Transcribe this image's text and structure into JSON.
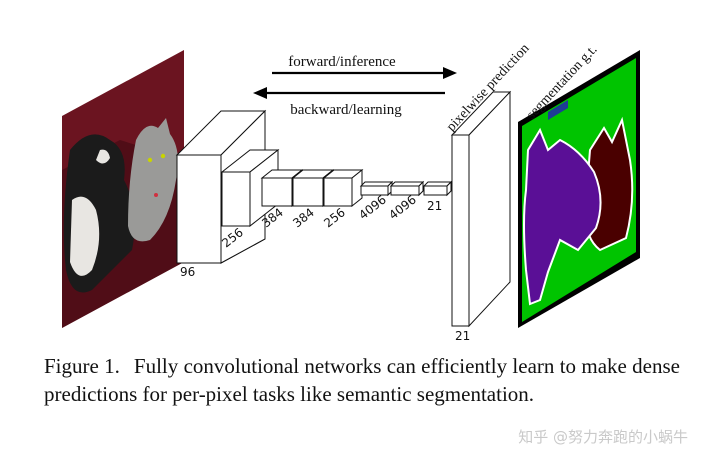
{
  "arrows": {
    "forward": "forward/inference",
    "backward": "backward/learning"
  },
  "heads": {
    "prediction": "pixelwise prediction",
    "ground_truth": "segmentation g.t."
  },
  "layers": {
    "conv1": "96",
    "conv2": "256",
    "conv3": "384",
    "conv4": "384",
    "conv5": "256",
    "fc6": "4096",
    "fc7": "4096",
    "fc8": "21",
    "output": "21"
  },
  "caption": {
    "label": "Figure 1.",
    "text": "Fully convolutional networks can efficiently learn to make dense predictions for per-pixel tasks like semantic segmentation."
  },
  "watermark": "知乎 @努力奔跑的小蜗牛",
  "colors": {
    "seg_background": "#00c400",
    "seg_dog": "#5a0f96",
    "seg_cat": "#4a0000",
    "seg_border": "#ffffff",
    "seg_void": "#000000",
    "photo_background": "#6b1420"
  }
}
